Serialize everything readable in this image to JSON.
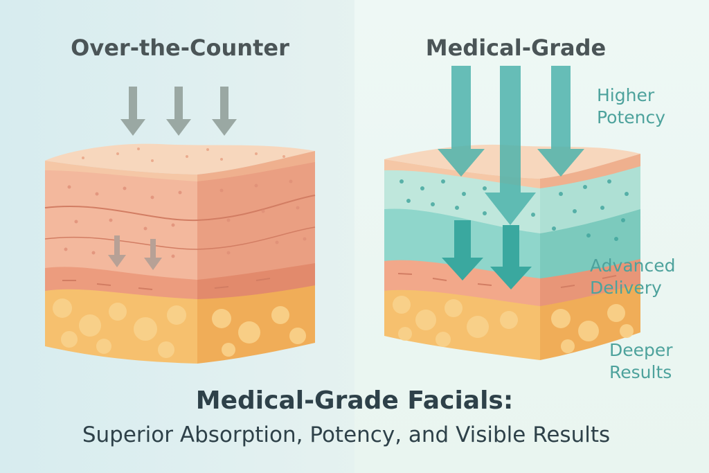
{
  "left_panel": {
    "title": "Over-the-Counter"
  },
  "right_panel": {
    "title": "Medical-Grade",
    "labels": {
      "potency": [
        "Higher",
        "Potency"
      ],
      "delivery": [
        "Advanced",
        "Delivery"
      ],
      "results": [
        "Deeper",
        "Results"
      ]
    }
  },
  "headline": "Medical-Grade Facials:",
  "subheadline": "Superior Absorption, Potency, and Visible Results",
  "colors": {
    "skin_top": "#f7d7bd",
    "dermis": "#f3b89d",
    "fat": "#f6c06e",
    "teal_arrow": "#4db3ac",
    "gray_arrow": "#9aa8a3",
    "label_teal": "#4da29c",
    "text_dark": "#2e4149"
  }
}
